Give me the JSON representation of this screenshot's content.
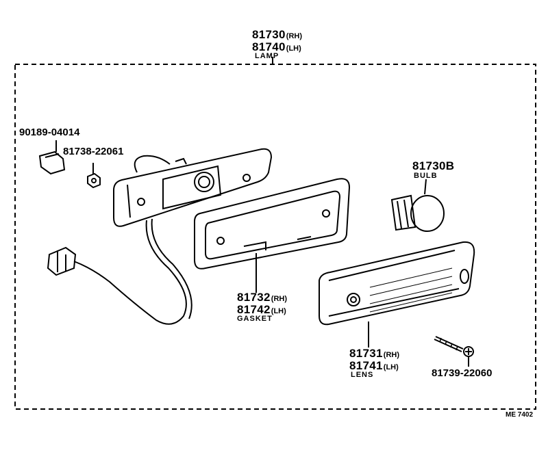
{
  "lamp": {
    "part_rh": "81730",
    "side_rh": "(RH)",
    "part_lh": "81740",
    "side_lh": "(LH)",
    "name": "LAMP"
  },
  "clip": {
    "part": "90189-04014"
  },
  "nut": {
    "part": "81738-22061"
  },
  "bulb": {
    "part": "81730B",
    "name": "BULB"
  },
  "gasket": {
    "part_rh": "81732",
    "side_rh": "(RH)",
    "part_lh": "81742",
    "side_lh": "(LH)",
    "name": "GASKET"
  },
  "lens": {
    "part_rh": "81731",
    "side_rh": "(RH)",
    "part_lh": "81741",
    "side_lh": "(LH)",
    "name": "LENS"
  },
  "screw": {
    "part": "81739-22060"
  },
  "figure_code": "ME 7402"
}
